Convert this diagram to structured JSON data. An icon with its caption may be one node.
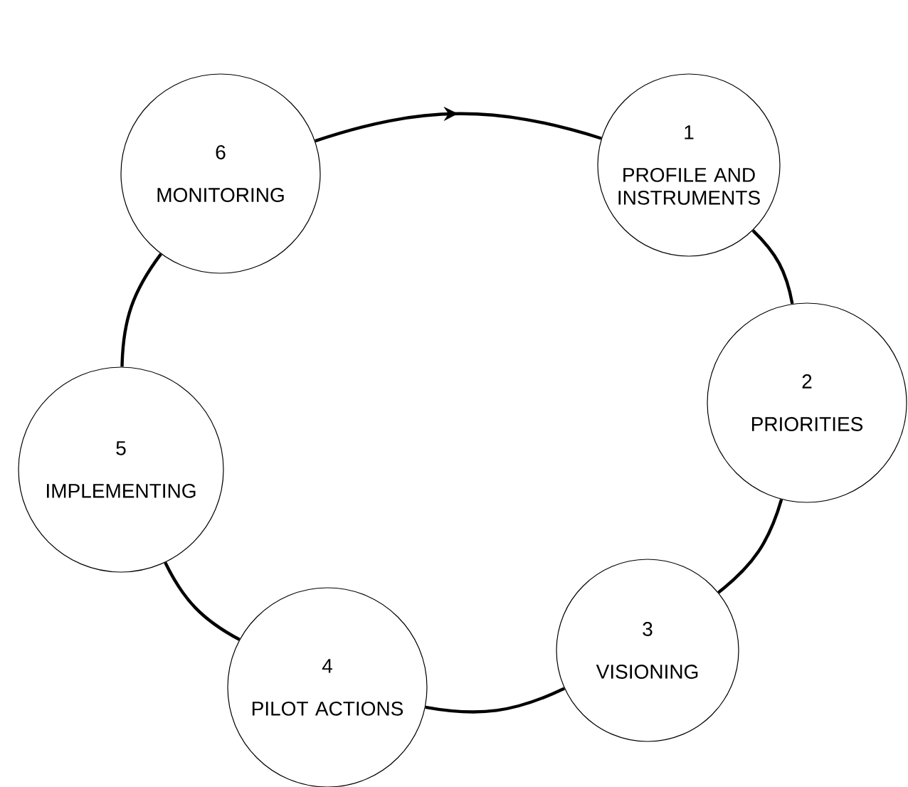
{
  "diagram": {
    "nodes": [
      {
        "text": [
          "1",
          "PROFILE AND INSTRUMENTS"
        ]
      },
      {
        "text": [
          "2",
          "PRIORITIES"
        ]
      },
      {
        "text": [
          "3",
          "VISIONING"
        ]
      },
      {
        "text": [
          "4",
          "PILOT ACTIONS"
        ]
      },
      {
        "text": [
          "5",
          "IMPLEMENTING"
        ]
      },
      {
        "text": [
          "6",
          "MONITORING"
        ]
      }
    ],
    "edges": [
      {
        "from": 5,
        "to": 0,
        "arrow": "to"
      },
      {
        "from": 0,
        "to": 1,
        "arrow": "none"
      },
      {
        "from": 1,
        "to": 2,
        "arrow": "none"
      },
      {
        "from": 2,
        "to": 3,
        "arrow": "none"
      },
      {
        "from": 3,
        "to": 4,
        "arrow": "none"
      },
      {
        "from": 4,
        "to": 5,
        "arrow": "none"
      }
    ]
  }
}
